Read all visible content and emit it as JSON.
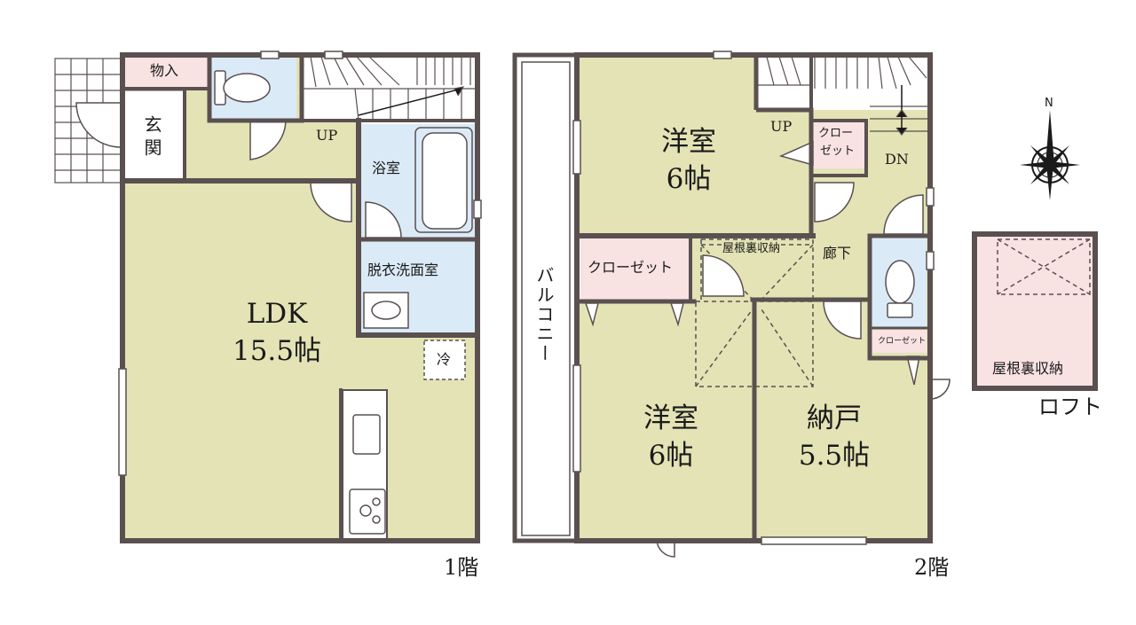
{
  "colors": {
    "wall": "#5a5050",
    "room_green": "#e3e3b5",
    "room_blue": "#dbeaf7",
    "room_pink": "#f9e2e2",
    "balcony": "#ffffff",
    "text": "#1a1a1a"
  },
  "floor1": {
    "label": "1階",
    "rooms": {
      "ldk": {
        "name": "LDK",
        "size": "15.5帖"
      },
      "storage": {
        "name": "物入"
      },
      "entrance": {
        "name": "玄関"
      },
      "bath": {
        "name": "浴室"
      },
      "washroom": {
        "name": "脱衣洗面室"
      },
      "fridge": {
        "name": "冷"
      }
    },
    "stairs_label": "UP"
  },
  "floor2": {
    "label": "2階",
    "rooms": {
      "western1": {
        "name": "洋室",
        "size": "6帖"
      },
      "western2": {
        "name": "洋室",
        "size": "6帖"
      },
      "storeroom": {
        "name": "納戸",
        "size": "5.5帖"
      },
      "closet_main": {
        "name": "クローゼット"
      },
      "closet_small": {
        "name": "クロー",
        "name2": "ゼット"
      },
      "closet_tiny": {
        "name": "クローゼット"
      },
      "roof_storage": {
        "name": "屋根裏収納"
      },
      "hallway": {
        "name": "廊下"
      },
      "balcony": {
        "name": "バルコニー"
      }
    },
    "stairs_up": "UP",
    "stairs_down": "DN"
  },
  "loft": {
    "label": "ロフト",
    "storage": {
      "name": "屋根裏収納"
    }
  },
  "compass": {
    "north": "N"
  }
}
